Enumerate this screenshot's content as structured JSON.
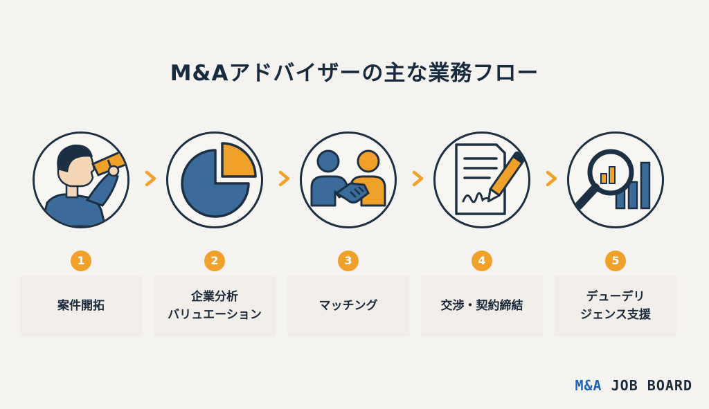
{
  "title": "M&Aアドバイザーの主な業務フロー",
  "colors": {
    "navy": "#1d2f43",
    "blue": "#3a6b9a",
    "orange": "#f0a12a",
    "background": "#f5f3ef"
  },
  "steps": [
    {
      "number": "1",
      "icon": "telescope-person-icon",
      "lines": [
        "案件開拓"
      ]
    },
    {
      "number": "2",
      "icon": "pie-chart-icon",
      "lines": [
        "企業分析",
        "バリュエーション"
      ]
    },
    {
      "number": "3",
      "icon": "handshake-icon",
      "lines": [
        "マッチング"
      ]
    },
    {
      "number": "4",
      "icon": "contract-signing-icon",
      "lines": [
        "交渉・契約締結"
      ]
    },
    {
      "number": "5",
      "icon": "magnifier-chart-icon",
      "lines": [
        "デューデリ",
        "ジェンス支援"
      ]
    }
  ],
  "brand": {
    "prefix": "M&A",
    "suffix": "JOB BOARD"
  }
}
